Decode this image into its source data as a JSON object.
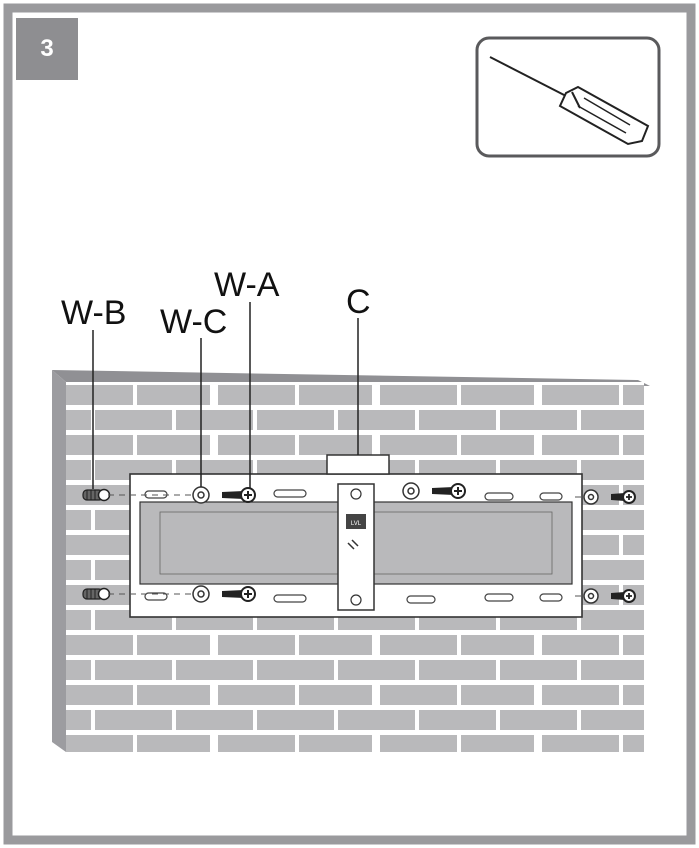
{
  "step": {
    "number": "3"
  },
  "tool": {
    "icon": "screwdriver-icon"
  },
  "labels": {
    "wa": "W-A",
    "wb": "W-B",
    "wc": "W-C",
    "c": "C"
  },
  "colors": {
    "frame": "#9a9a9d",
    "brick": "#b9b9bb",
    "mortar": "#ffffff",
    "wall_top": "#909094",
    "wall_side": "#9c9ca0"
  }
}
